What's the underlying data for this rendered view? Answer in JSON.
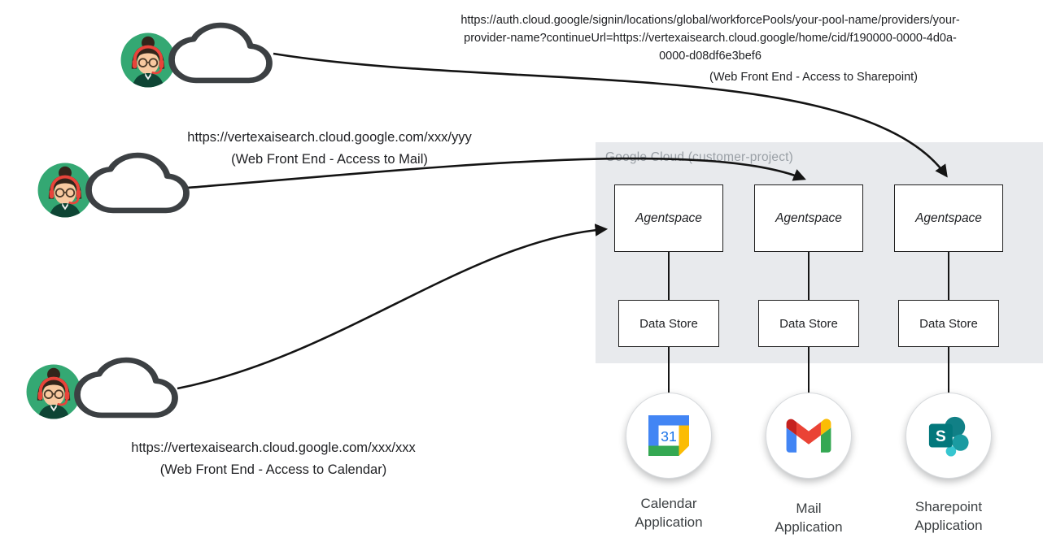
{
  "region": {
    "title": "Google Cloud (customer-project)"
  },
  "endpoints": {
    "sharepoint": {
      "url": "https://auth.cloud.google/signin/locations/global/workforcePools/your-pool-name/providers/your-provider-name?continueUrl=https://vertexaisearch.cloud.google/home/cid/f190000-0000-4d0a-0000-d08df6e3bef6",
      "caption": "(Web Front End - Access to Sharepoint)"
    },
    "mail": {
      "url": "https://vertexaisearch.cloud.google.com/xxx/yyy",
      "caption": "(Web Front End - Access to Mail)"
    },
    "calendar": {
      "url": "https://vertexaisearch.cloud.google.com/xxx/xxx",
      "caption": "(Web Front End - Access to Calendar)"
    }
  },
  "columns": [
    {
      "agent_label": "Agentspace",
      "datastore_label": "Data Store",
      "app_label": "Calendar Application"
    },
    {
      "agent_label": "Agentspace",
      "datastore_label": "Data Store",
      "app_label": "Mail Application"
    },
    {
      "agent_label": "Agentspace",
      "datastore_label": "Data Store",
      "app_label": "Sharepoint Application"
    }
  ],
  "icons": {
    "user": "support-agent-avatar-icon",
    "cloud": "cloud-icon",
    "calendar": "google-calendar-icon",
    "mail": "gmail-icon",
    "sharepoint": "sharepoint-icon",
    "calendar_day": "31",
    "sharepoint_letter": "S"
  },
  "colors": {
    "arrow": "#141414",
    "region_bg": "#e8eaed",
    "region_title": "#9aa0a6",
    "avatar_bg": "#34a873",
    "headset_red": "#e8443a",
    "cloud_stroke": "#3c4043",
    "google_blue": "#4285f4",
    "google_green": "#34a853",
    "google_yellow": "#fbbc04",
    "google_red": "#ea4335",
    "sharepoint_teal": "#03787c"
  }
}
